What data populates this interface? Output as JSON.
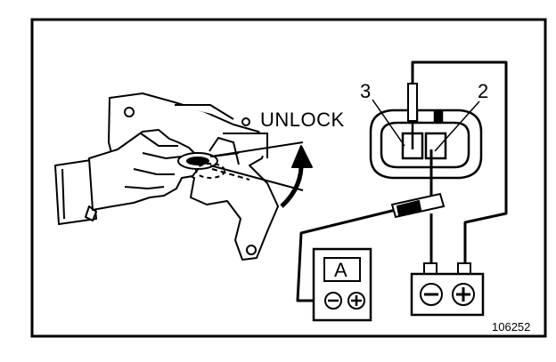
{
  "annotations": {
    "unlock": "UNLOCK",
    "terminal_3": "3",
    "terminal_2": "2",
    "ammeter_symbol": "A",
    "figure_number": "106252"
  },
  "symbols": {
    "minus_icon": "minus-in-circle",
    "plus_icon": "plus-in-circle"
  },
  "colors": {
    "line": "#000000",
    "background": "#ffffff"
  }
}
